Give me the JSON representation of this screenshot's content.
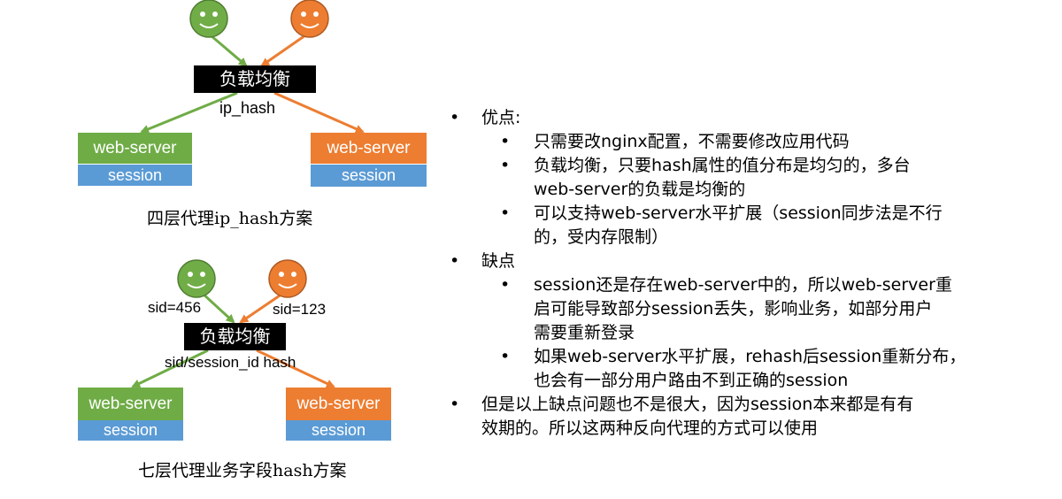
{
  "diagram1": {
    "load_balancer": "负载均衡",
    "edge_label": "ip_hash",
    "servers": [
      {
        "name": "web-server",
        "session": "session",
        "color": "#6fac46"
      },
      {
        "name": "web-server",
        "session": "session",
        "color": "#ed7d31"
      }
    ],
    "caption": "四层代理ip_hash方案"
  },
  "diagram2": {
    "load_balancer": "负载均衡",
    "client_labels": [
      "sid=456",
      "sid=123"
    ],
    "edge_label": "sid/session_id hash",
    "servers": [
      {
        "name": "web-server",
        "session": "session",
        "color": "#6fac46"
      },
      {
        "name": "web-server",
        "session": "session",
        "color": "#ed7d31"
      }
    ],
    "caption": "七层代理业务字段hash方案"
  },
  "colors": {
    "green": "#6fac46",
    "orange": "#ed7d31",
    "session_blue": "#5b9bd5",
    "lb_black": "#000000"
  },
  "bullet_glyph": "•",
  "bullets": [
    {
      "level": 1,
      "text": "优点:"
    },
    {
      "level": 2,
      "lines": [
        "只需要改nginx配置，不需要修改应用代码"
      ]
    },
    {
      "level": 2,
      "lines": [
        "负载均衡，只要hash属性的值分布是均匀的，多台",
        "web-server的负载是均衡的"
      ]
    },
    {
      "level": 2,
      "lines": [
        "可以支持web-server水平扩展（session同步法是不行",
        "的，受内存限制）"
      ]
    },
    {
      "level": 1,
      "text": "缺点"
    },
    {
      "level": 2,
      "lines": [
        "session还是存在web-server中的，所以web-server重",
        "启可能导致部分session丢失，影响业务，如部分用户",
        "需要重新登录"
      ]
    },
    {
      "level": 2,
      "lines": [
        "如果web-server水平扩展，rehash后session重新分布，",
        "也会有一部分用户路由不到正确的session"
      ]
    },
    {
      "level": 1,
      "lines": [
        "但是以上缺点问题也不是很大，因为session本来都是有有",
        "效期的。所以这两种反向代理的方式可以使用"
      ]
    }
  ]
}
